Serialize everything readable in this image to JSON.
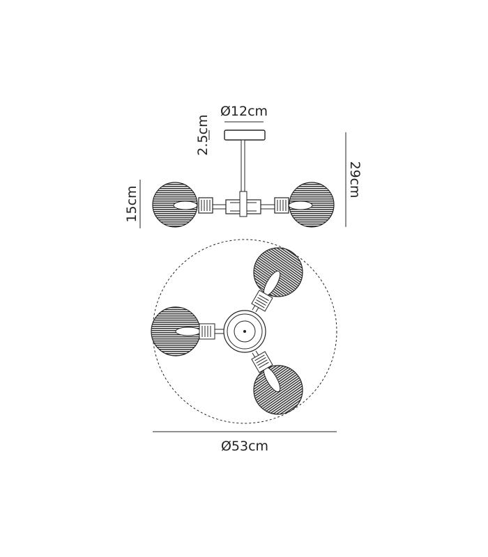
{
  "dimensions": {
    "canopy_diameter": "Ø12cm",
    "canopy_height": "2.5cm",
    "total_height": "29cm",
    "shade_height": "15cm",
    "overall_diameter": "Ø53cm"
  },
  "colors": {
    "line": "#222222",
    "shade": "#3a3a3a",
    "background": "#ffffff"
  }
}
